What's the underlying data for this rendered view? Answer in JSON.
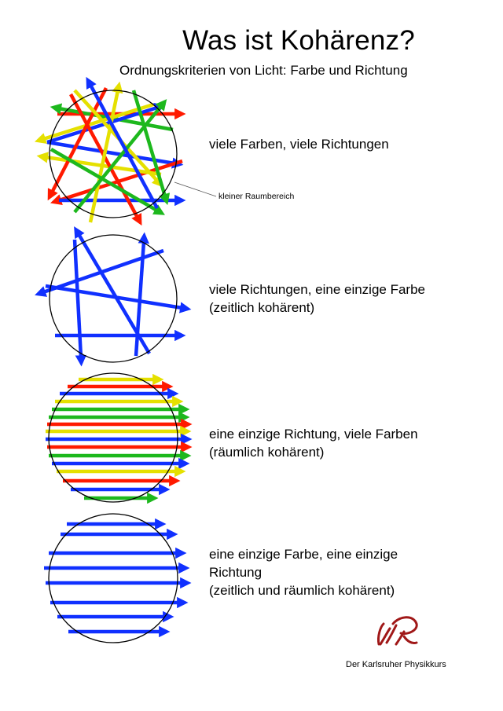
{
  "header": {
    "title": "Was ist Kohärenz?",
    "subtitle": "Ordnungskriterien von Licht: Farbe und Richtung"
  },
  "colors": {
    "red": "#ff1a00",
    "yellow": "#e5e000",
    "green": "#1db81d",
    "blue": "#1030ff",
    "circle": "#000000",
    "logo": "#a01818"
  },
  "panels": [
    {
      "id": "many-colors-many-directions",
      "label_lines": [
        "viele Farben, viele Richtungen"
      ],
      "annotation": "kleiner Raumbereich"
    },
    {
      "id": "many-directions-one-color",
      "label_lines": [
        "viele Richtungen, eine einzige Farbe",
        "(zeitlich kohärent)"
      ]
    },
    {
      "id": "one-direction-many-colors",
      "label_lines": [
        "eine einzige Richtung, viele Farben",
        "(räumlich kohärent)"
      ]
    },
    {
      "id": "one-color-one-direction",
      "label_lines": [
        "eine einzige Farbe, eine einzige",
        "Richtung",
        "(zeitlich und räumlich kohärent)"
      ]
    }
  ],
  "footer": {
    "publisher": "Der Karlsruher Physikkurs"
  }
}
